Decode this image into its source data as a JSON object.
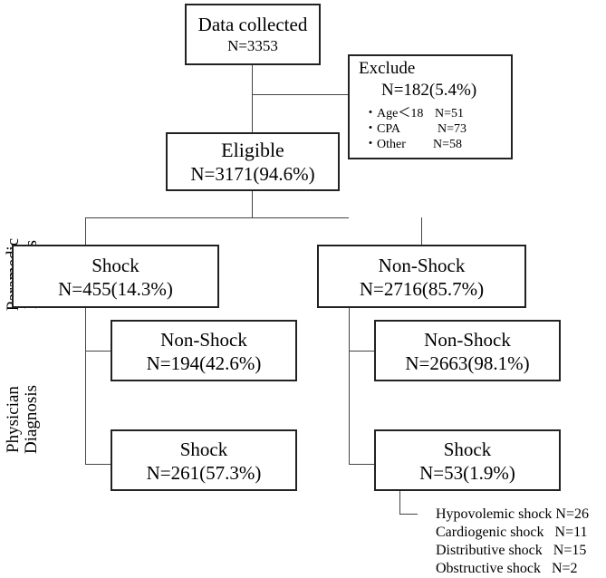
{
  "collected": {
    "title": "Data collected",
    "n": "N=3353"
  },
  "exclude": {
    "title": "Exclude",
    "n": "N=182(5.4%)",
    "items": [
      {
        "label": "・Age＜18",
        "n": "N=51"
      },
      {
        "label": "・CPA",
        "n": "N=73"
      },
      {
        "label": "・Other",
        "n": "N=58"
      }
    ]
  },
  "eligible": {
    "title": "Eligible",
    "n": "N=3171(94.6%)"
  },
  "row_labels": {
    "paramedic": [
      "Paramedic",
      "Diagnosis"
    ],
    "physician": [
      "Physician",
      "Diagnosis"
    ]
  },
  "paramedic_shock": {
    "title": "Shock",
    "n": "N=455(14.3%)"
  },
  "paramedic_nonshock": {
    "title": "Non-Shock",
    "n": "N=2716(85.7%)"
  },
  "ps_nonshock": {
    "title": "Non-Shock",
    "n": "N=194(42.6%)"
  },
  "ps_shock": {
    "title": "Shock",
    "n": "N=261(57.3%)"
  },
  "pn_nonshock": {
    "title": "Non-Shock",
    "n": "N=2663(98.1%)"
  },
  "pn_shock": {
    "title": "Shock",
    "n": "N=53(1.9%)"
  },
  "shock_types": [
    "Hypovolemic shock N=26",
    "Cardiogenic shock   N=11",
    "Distributive shock   N=15",
    "Obstructive shock   N=2"
  ]
}
